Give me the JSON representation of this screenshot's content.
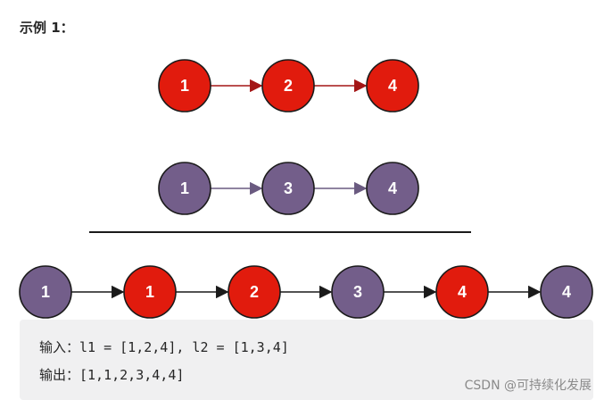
{
  "heading": "示例 1：",
  "colors": {
    "list1_node": "#e11b0d",
    "list2_node": "#735e8a",
    "list1_arrow": "#a31515",
    "list2_arrow": "#6a5a80",
    "merged_arrow": "#1a1a1a",
    "node_stroke": "#1a1a1a",
    "node_text": "#ffffff"
  },
  "lists": {
    "list1": {
      "values": [
        "1",
        "2",
        "4"
      ],
      "color_key": "list1_node"
    },
    "list2": {
      "values": [
        "1",
        "3",
        "4"
      ],
      "color_key": "list2_node"
    },
    "merged": {
      "values": [
        "1",
        "1",
        "2",
        "3",
        "4",
        "4"
      ],
      "colors": [
        "list2_node",
        "list1_node",
        "list1_node",
        "list2_node",
        "list1_node",
        "list2_node"
      ]
    }
  },
  "code": {
    "input_line": "输入：l1 = [1,2,4], l2 = [1,3,4]",
    "output_line": "输出：[1,1,2,3,4,4]"
  },
  "watermark": "CSDN @可持续化发展"
}
